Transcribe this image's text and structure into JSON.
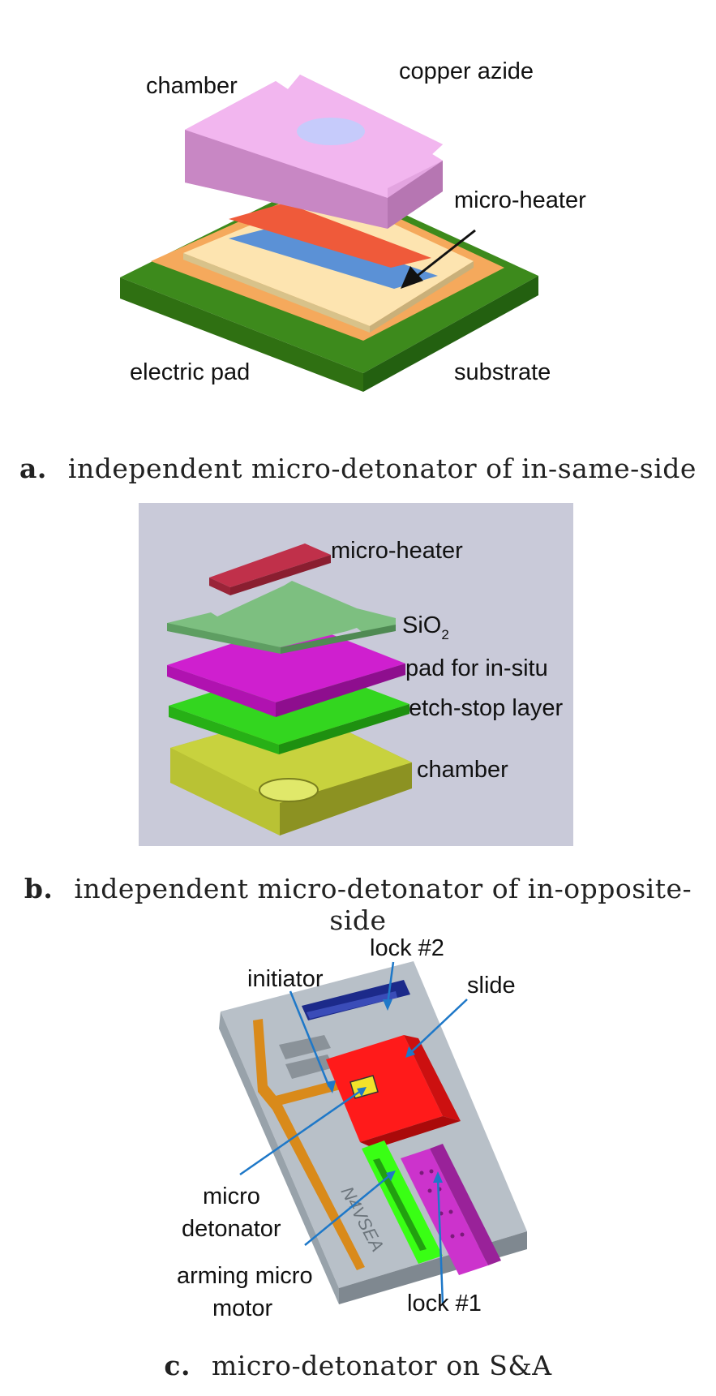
{
  "panel_a": {
    "labels": {
      "chamber": "chamber",
      "copper_azide": "copper azide",
      "micro_heater": "micro-heater",
      "electric_pad": "electric pad",
      "substrate": "substrate"
    },
    "caption_letter": "a.",
    "caption_text": "independent micro-detonator of in-same-side"
  },
  "panel_b": {
    "labels": {
      "micro_heater": "micro-heater",
      "sio2": "SiO",
      "sio2_sub": "2",
      "pad": "pad for in-situ",
      "etch_stop": "etch-stop layer",
      "chamber": "chamber"
    },
    "caption_letter": "b.",
    "caption_text": "independent micro-detonator of in-opposite-side"
  },
  "panel_c": {
    "labels": {
      "lock2": "lock #2",
      "initiator": "initiator",
      "slide": "slide",
      "micro_line1": "micro",
      "micro_line2": "detonator",
      "arming_line1": "arming micro",
      "arming_line2": "motor",
      "lock1": "lock #1"
    },
    "caption_letter": "c.",
    "caption_text": "micro-detonator on S&A"
  }
}
